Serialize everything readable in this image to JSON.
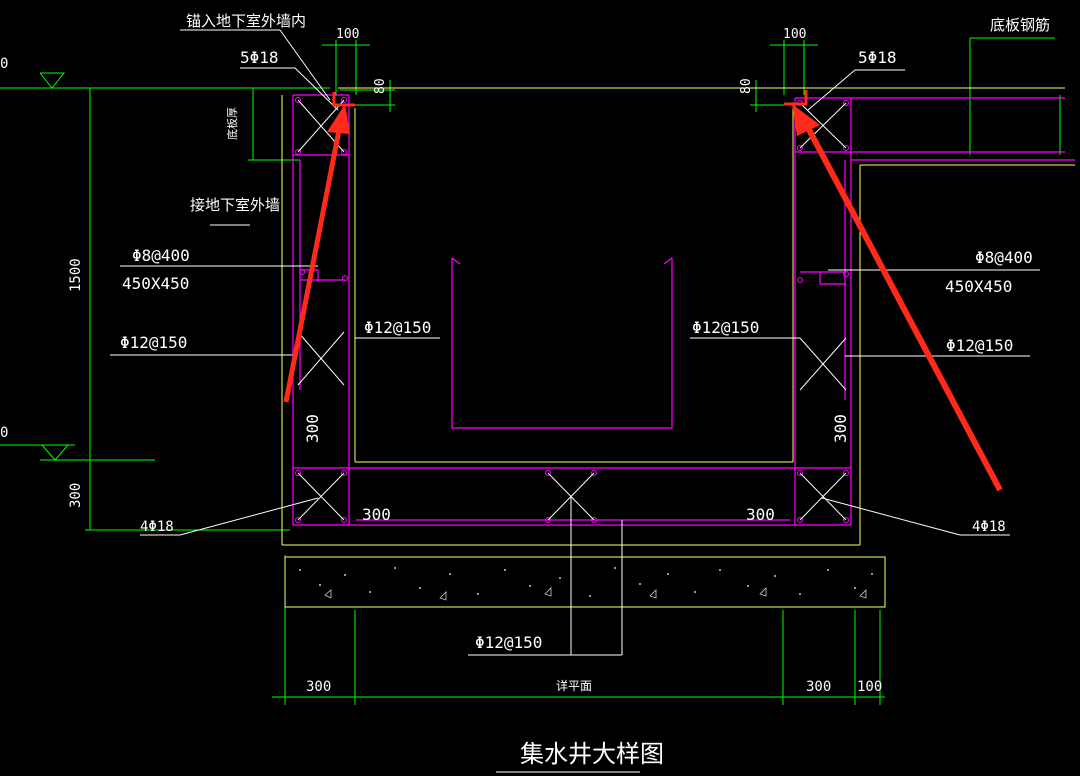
{
  "title": "集水井大样图",
  "colors": {
    "background": "#000000",
    "green": "#00ff00",
    "magenta": "#ff00ff",
    "yellow": "#ffff66",
    "white": "#ffffff",
    "red": "#ff2a1a",
    "lightgray": "#cccccc"
  },
  "labels": {
    "anchor_wall": "锚入地下室外墙内",
    "bottom_rebar": "底板钢筋",
    "conn_wall": "接地下室外墙",
    "slab_thickness": "底板厚",
    "rebar_top_left": "5Φ18",
    "rebar_top_right": "5Φ18",
    "stirrup_left_1": "Φ8@400",
    "stirrup_left_2": "450X450",
    "stirrup_right_1": "Φ8@400",
    "stirrup_right_2": "450X450",
    "wall_rebar_left_outer": "Φ12@150",
    "wall_rebar_left_inner": "Φ12@150",
    "wall_rebar_right_inner": "Φ12@150",
    "wall_rebar_right_outer": "Φ12@150",
    "corner_left": "4Φ18",
    "corner_right": "4Φ18",
    "base_rebar": "Φ12@150",
    "plan_note": "详平面",
    "elev_top": "0",
    "elev_bottom": "0"
  },
  "dimensions": {
    "top_left_width": "100",
    "top_left_height": "80",
    "top_right_width": "100",
    "top_right_height": "80",
    "depth": "1500",
    "base_thickness": "300",
    "wall_left": "300",
    "wall_right": "300",
    "bottom_left": "300",
    "bottom_right": "300",
    "base_dim_left": "300",
    "base_dim_right_1": "300",
    "base_dim_right_2": "100"
  }
}
